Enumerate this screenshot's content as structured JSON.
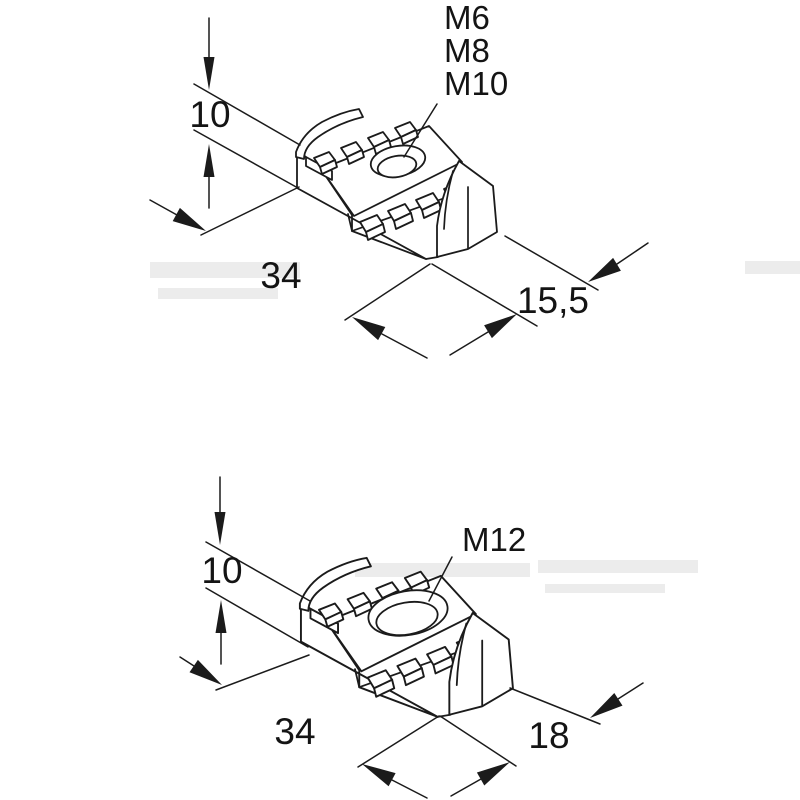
{
  "page": {
    "background": "#ffffff"
  },
  "colors": {
    "line": "#1b1b1b",
    "text": "#141414",
    "watermark": "#ececec"
  },
  "top_drawing": {
    "thread_labels": {
      "m6": "M6",
      "m8": "M8",
      "m10": "M10"
    },
    "dims": {
      "height": "10",
      "length": "34",
      "width": "15,5"
    }
  },
  "bottom_drawing": {
    "thread_labels": {
      "m12": "M12"
    },
    "dims": {
      "height": "10",
      "length": "34",
      "width": "18"
    }
  }
}
